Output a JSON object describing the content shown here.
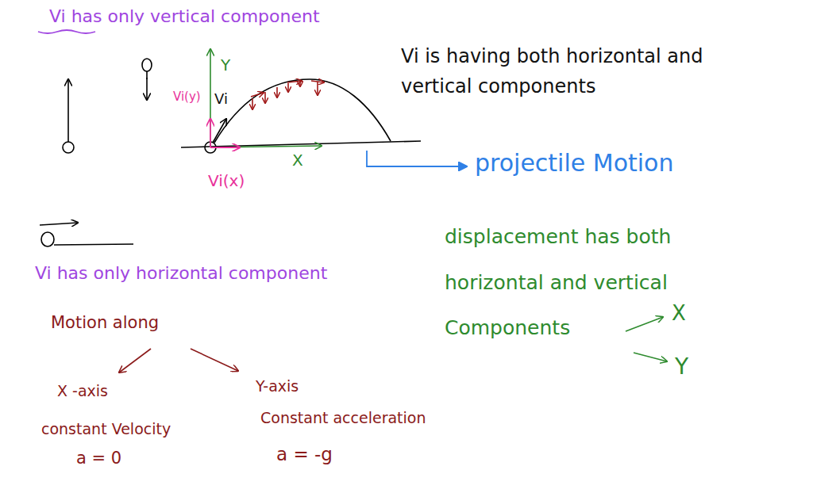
{
  "diagram": {
    "labels": [
      "Vi has only vertical component",
      "Y",
      "Vi(y)",
      "Vi",
      "Vi is having both horizontal and vertical components",
      "X",
      "Vi(x)",
      "projectile Motion",
      "displacement has both horizontal and vertical Components",
      "X",
      "Y",
      "Vi has only horizontal component",
      "Motion along",
      "X -axis",
      "Y-axis",
      "constant Velocity",
      "Constant acceleration",
      "a = 0",
      "a = -g"
    ]
  }
}
